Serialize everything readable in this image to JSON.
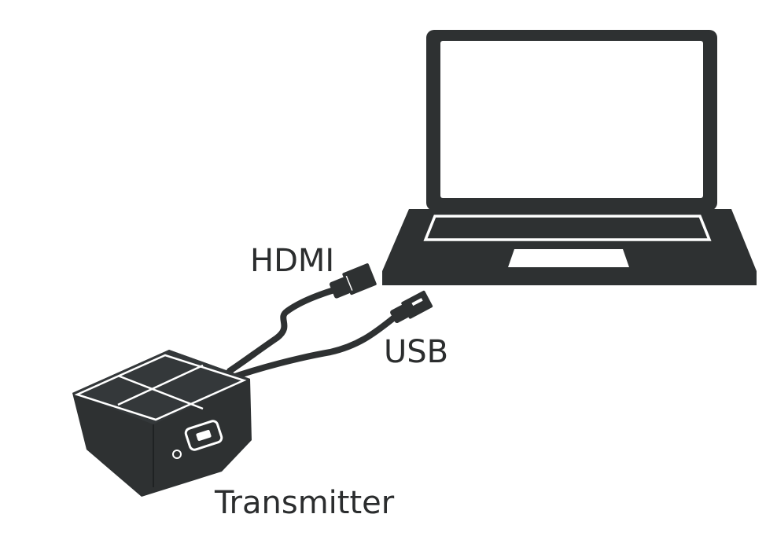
{
  "labels": {
    "hdmi": "HDMI",
    "usb": "USB",
    "transmitter": "Transmitter"
  },
  "colors": {
    "device": "#2e3132",
    "background": "#ffffff",
    "highlight": "#ffffff"
  },
  "icons": {
    "laptop": "laptop-icon",
    "hdmi_plug": "hdmi-plug-icon",
    "usb_plug": "usb-plug-icon",
    "transmitter": "transmitter-device-icon"
  }
}
